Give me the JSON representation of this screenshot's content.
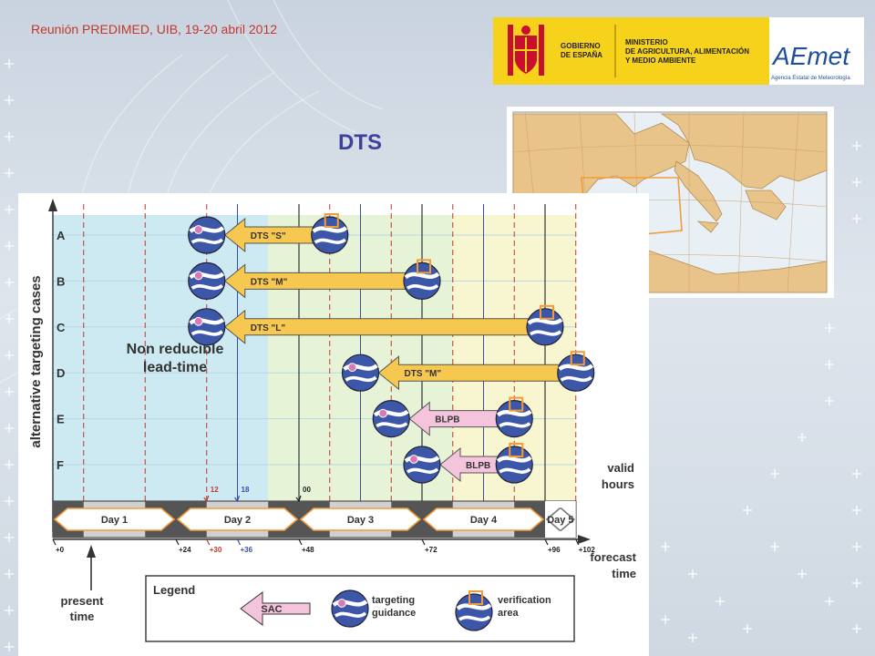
{
  "header": {
    "event": "Reunión PREDIMED, UIB, 19-20 abril 2012"
  },
  "logos": {
    "gobierno": {
      "line1": "GOBIERNO",
      "line2": "DE ESPAÑA"
    },
    "ministerio": {
      "line1": "MINISTERIO",
      "line2": "DE AGRICULTURA, ALIMENTACIÓN",
      "line3": "Y MEDIO AMBIENTE"
    },
    "aemet": {
      "wordmark": "AEmet",
      "tagline": "Agencia Estatal de Meteorología"
    },
    "colors": {
      "yellow": "#f6d31a",
      "red": "#c8102e",
      "aemet_blue": "#1d4f9a",
      "aemet_orange": "#f29100"
    }
  },
  "slide": {
    "title": "DTS"
  },
  "diagram": {
    "y_axis_label": "alternative targeting cases",
    "cases": [
      "A",
      "B",
      "C",
      "D",
      "E",
      "F"
    ],
    "non_reducible": {
      "line1": "Non reducible",
      "line2": "lead-time"
    },
    "valid_hours": {
      "line1": "valid",
      "line2": "hours"
    },
    "forecast_time": {
      "line1": "forecast",
      "line2": "time"
    },
    "present_time": {
      "line1": "present",
      "line2": "time"
    },
    "days": [
      "Day 1",
      "Day 2",
      "Day 3",
      "Day 4",
      "Day 5"
    ],
    "top_ticks": [
      {
        "label": "12",
        "color": "#c0392b"
      },
      {
        "label": "18",
        "color": "#3b4fa0"
      },
      {
        "label": "00",
        "color": "#222222"
      }
    ],
    "bottom_ticks": [
      {
        "label": "+0",
        "color": "#222222"
      },
      {
        "label": "+24",
        "color": "#222222"
      },
      {
        "label": "+30",
        "color": "#c0392b"
      },
      {
        "label": "+36",
        "color": "#3b4fa0"
      },
      {
        "label": "+48",
        "color": "#222222"
      },
      {
        "label": "+72",
        "color": "#222222"
      },
      {
        "label": "+96",
        "color": "#222222"
      },
      {
        "label": "+102",
        "color": "#222222"
      }
    ],
    "arrows": [
      {
        "case": "A",
        "label": "DTS \"S\"",
        "kind": "yellow",
        "from_h": 54,
        "to_h": 30
      },
      {
        "case": "B",
        "label": "DTS \"M\"",
        "kind": "yellow",
        "from_h": 72,
        "to_h": 30
      },
      {
        "case": "C",
        "label": "DTS \"L\"",
        "kind": "yellow",
        "from_h": 96,
        "to_h": 30
      },
      {
        "case": "D",
        "label": "DTS \"M\"",
        "kind": "yellow",
        "from_h": 102,
        "to_h": 60
      },
      {
        "case": "E",
        "label": "BLPB",
        "kind": "pink",
        "from_h": 90,
        "to_h": 66
      },
      {
        "case": "F",
        "label": "BLPB",
        "kind": "pink",
        "from_h": 90,
        "to_h": 72
      }
    ],
    "legend": {
      "title": "Legend",
      "sac": "SAC",
      "targeting": {
        "line1": "targeting",
        "line2": "guidance"
      },
      "verification": {
        "line1": "verification",
        "line2": "area"
      }
    },
    "colors": {
      "guidance_zone": "#cdeaf3",
      "lead_zone": "#e6f3d6",
      "forecast_zone": "#f8f6d0",
      "yellow_arrow": "#f7c850",
      "pink_arrow": "#f4c4dc",
      "red_dash": "#c0392b",
      "blue_line": "#3b4fa0",
      "verif_box": "#f29c39"
    }
  }
}
